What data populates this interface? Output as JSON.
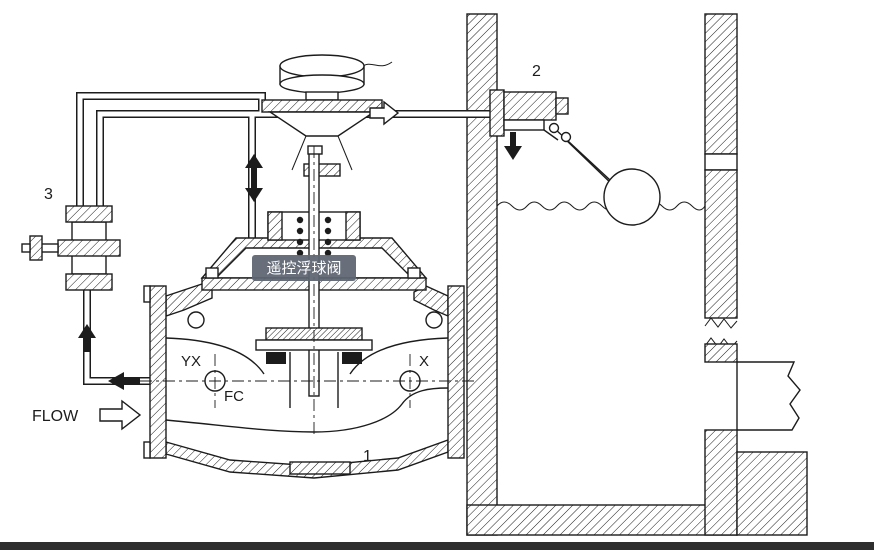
{
  "diagram": {
    "tooltip": {
      "title": "遥控浮球阀"
    },
    "labels": {
      "flow": "FLOW",
      "part_main_valve": "1",
      "part_float_pilot": "2",
      "part_needle_valve": "3",
      "port_yx": "YX",
      "port_fc": "FC",
      "port_x": "X"
    },
    "colors": {
      "line": "#1c1c1c",
      "background": "#ffffff",
      "tooltip_bg": "#5f6673",
      "tooltip_border": "#8a90a0",
      "tooltip_text": "#ffffff",
      "bottom_bar": "#2e2e2e"
    }
  }
}
